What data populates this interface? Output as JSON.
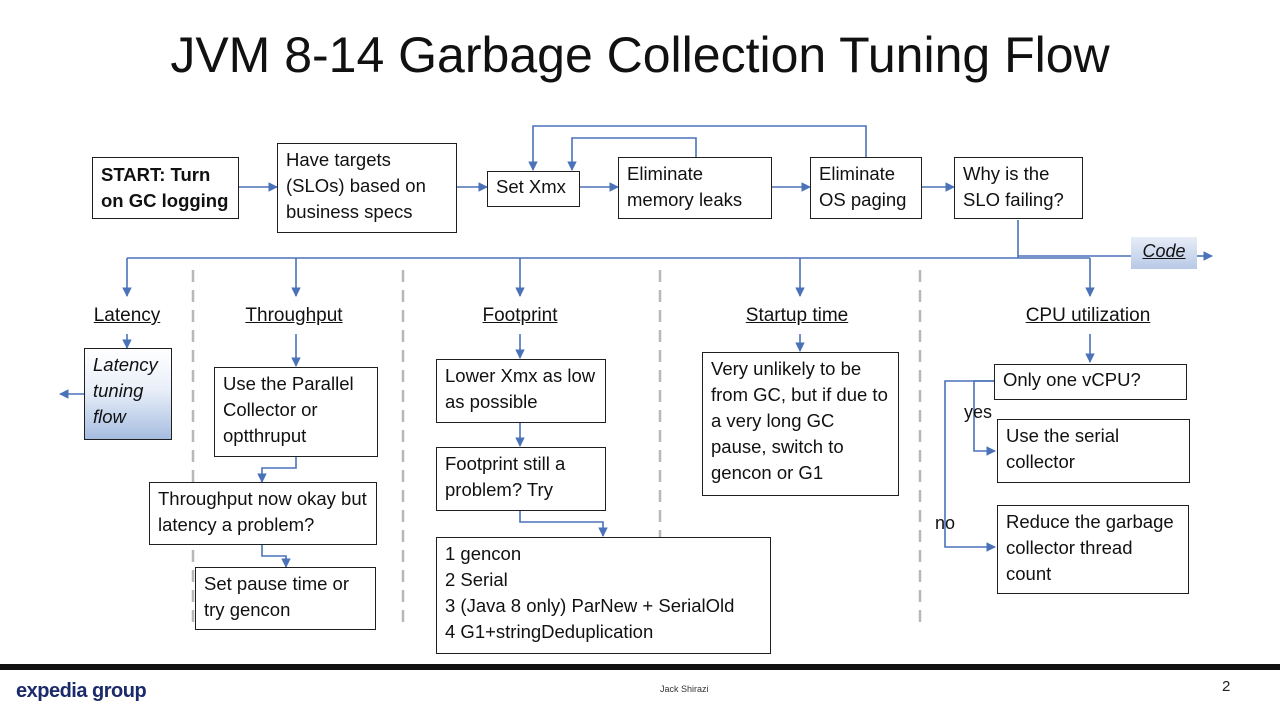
{
  "title": "JVM 8-14 Garbage Collection Tuning Flow",
  "top_flow": {
    "start": "START: Turn on GC logging",
    "targets": "Have targets (SLOs) based on business specs",
    "set_xmx": "Set Xmx",
    "leaks": "Eliminate memory leaks",
    "paging": "Eliminate OS paging",
    "why": "Why is the SLO failing?",
    "code": "Code"
  },
  "columns": {
    "latency": {
      "heading": "Latency",
      "box": "Latency tuning flow"
    },
    "throughput": {
      "heading": "Throughput",
      "box1": "Use the Parallel Collector or optthruput",
      "box2": "Throughput now okay but latency a problem?",
      "box3": "Set pause time or try gencon"
    },
    "footprint": {
      "heading": "Footprint",
      "box1": "Lower Xmx as low as possible",
      "box2": "Footprint still a problem? Try",
      "box3": "1 gencon\n2 Serial\n3 (Java 8 only) ParNew + SerialOld\n4 G1+stringDeduplication"
    },
    "startup": {
      "heading": "Startup time",
      "box": "Very unlikely to be from GC, but if due to a very long GC pause, switch to gencon or G1"
    },
    "cpu": {
      "heading": "CPU utilization",
      "question": "Only one vCPU?",
      "yes_label": "yes",
      "no_label": "no",
      "yes_box": "Use the serial collector",
      "no_box": "Reduce the garbage collector thread count"
    }
  },
  "footer": {
    "brand": "expedia group",
    "author": "Jack Shirazi",
    "page": "2"
  },
  "colors": {
    "connector": "#4a72b8",
    "dashed_divider": "#b8b8b8",
    "brand": "#1b2a6b",
    "highlight_gradient_end": "#a6bde0"
  }
}
